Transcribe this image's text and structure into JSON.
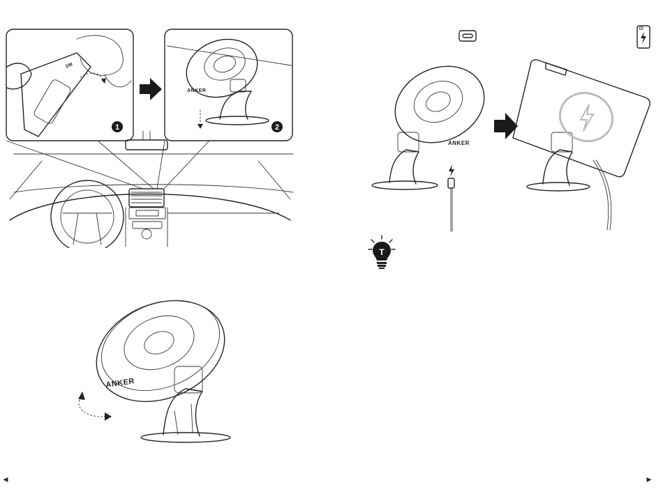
{
  "manual": {
    "brand_label": "ANKER",
    "step_badges": [
      "1",
      "2"
    ],
    "adhesive_pad_label": "3M"
  },
  "icons": {
    "usb_c_port": "usb-c-port-icon",
    "phone_charging": "phone-charging-icon",
    "lightbulb_tip": "lightbulb-tip-icon",
    "tip_letter": "T",
    "arrow": "arrow-right-icon",
    "lightning": "lightning-icon"
  },
  "navigation": {
    "prev_label": "◀",
    "next_label": "▶"
  },
  "colors": {
    "line": "#222222",
    "background": "#ffffff",
    "badge": "#1a1a1a"
  }
}
